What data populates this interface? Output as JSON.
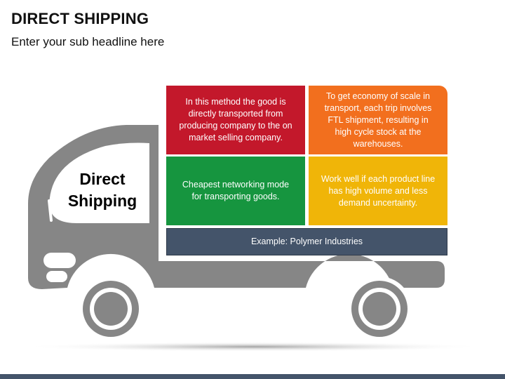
{
  "header": {
    "title": "DIRECT SHIPPING",
    "subtitle": "Enter your sub headline here"
  },
  "truck": {
    "cab_label_line1": "Direct",
    "cab_label_line2": "Shipping",
    "body_color": "#868686"
  },
  "boxes": {
    "top_left": {
      "text": "In this method the good is directly transported from producing company to the on market selling company.",
      "color": "#c3182b"
    },
    "top_right": {
      "text": "To get economy of scale in transport, each trip involves FTL shipment, resulting in high cycle stock at the warehouses.",
      "color": "#f26f1e"
    },
    "middle_left": {
      "text": "Cheapest networking mode for transporting goods.",
      "color": "#16953f"
    },
    "middle_right": {
      "text": "Work well if each product line has high volume and less demand uncertainty.",
      "color": "#f0b508"
    },
    "example": {
      "text": "Example: Polymer Industries",
      "color": "#44546a"
    }
  }
}
